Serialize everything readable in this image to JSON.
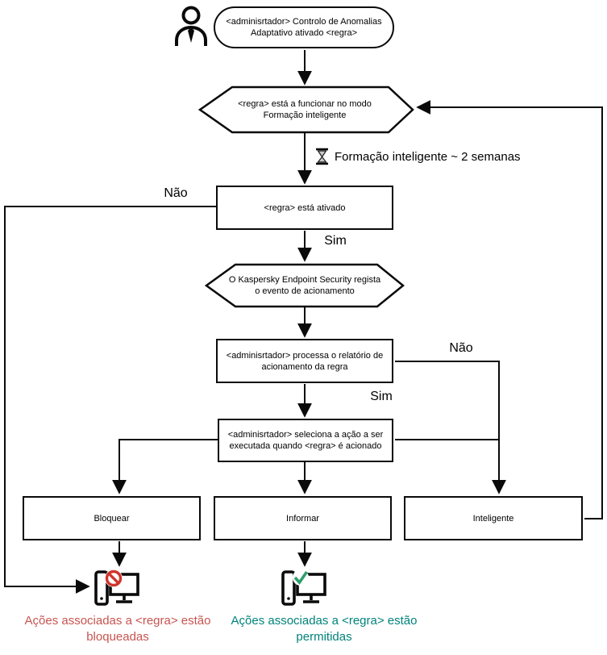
{
  "diagram": {
    "title": "Adaptive Anomaly Control flowchart (Kaspersky Endpoint Security)",
    "language": "pt-PT"
  },
  "flow": {
    "start": "<adminisrtador> Controlo de Anomalias Adaptativo ativado <regra>",
    "hexagon_training": "<regra> está a funcionar no modo Formação inteligente",
    "timer_note": "Formação inteligente ~ 2 semanas",
    "rule_enabled": "<regra> está ativado",
    "hexagon_logging": "O Kaspersky Endpoint Security regista o evento de acionamento",
    "process_report": "<adminisrtador> processa o relatório de acionamento da regra",
    "select_action": "<adminisrtador> seleciona a ação a ser executada quando <regra> é acionado",
    "action_block": "Bloquear",
    "action_inform": "Informar",
    "action_smart": "Inteligente"
  },
  "labels": {
    "no_left": "Não",
    "yes_first": "Sim",
    "no_right": "Não",
    "yes_second": "Sim"
  },
  "captions": {
    "blocked": "Ações associadas a <regra> estão bloqueadas",
    "allowed": "Ações associadas a <regra> estão permitidas"
  },
  "icons": [
    "user-icon",
    "hourglass-icon",
    "computer-blocked-icon",
    "prohibition-icon",
    "computer-allowed-icon",
    "checkmark-icon"
  ],
  "colors": {
    "line": "#0a0a0a",
    "blocked_text": "#c75450",
    "allowed_text": "#00837a",
    "prohibit_sign": "#d0342c",
    "check_sign": "#2e9e6e"
  }
}
